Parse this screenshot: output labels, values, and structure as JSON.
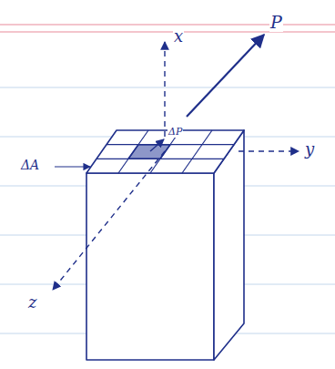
{
  "diagram": {
    "labels": [
      "x",
      "P",
      "ΔA",
      "ΔP",
      "y",
      "z"
    ]
  }
}
